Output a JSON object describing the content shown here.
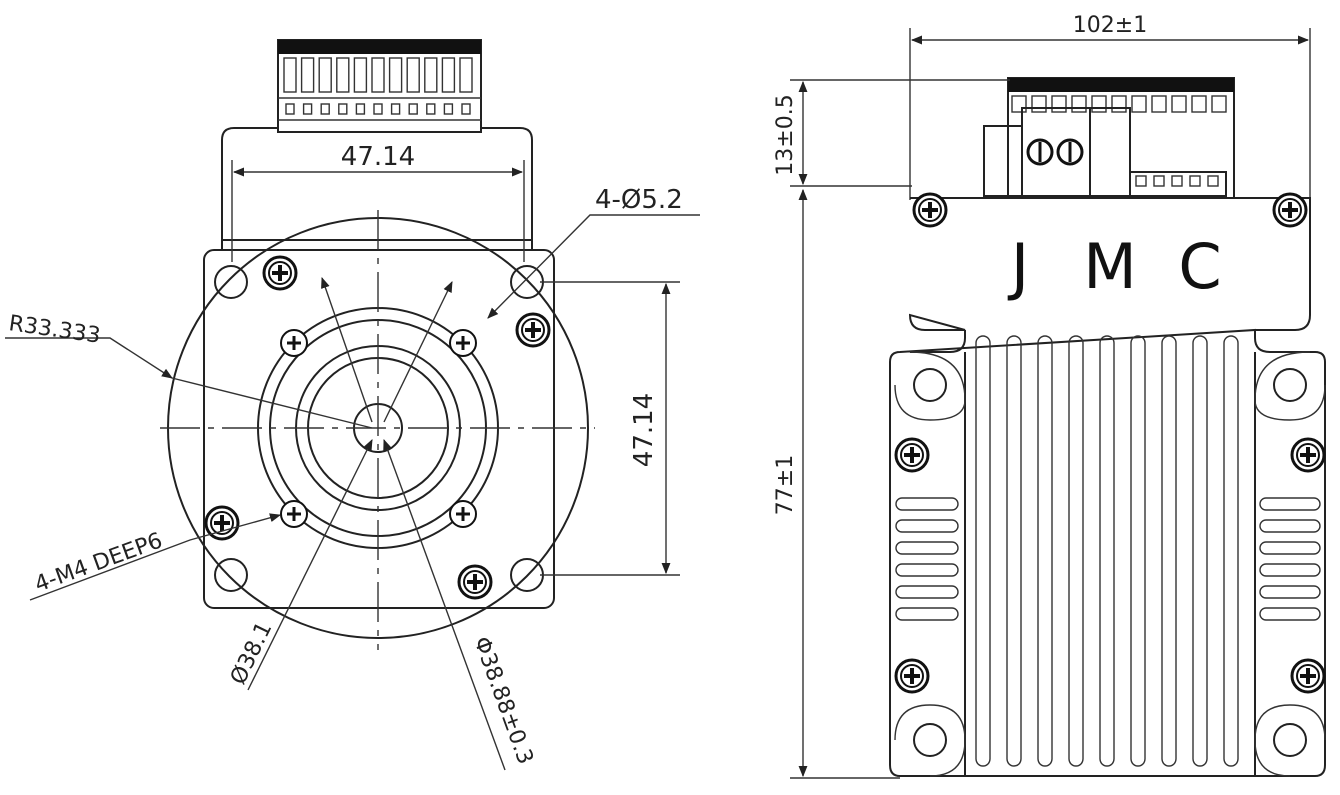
{
  "front_view": {
    "dim_width_top": "47.14",
    "dim_hole": "4-Ø5.2",
    "dim_radius": "R33.333",
    "dim_height_right": "47.14",
    "dim_thread": "4-M4 DEEP6",
    "dim_diameter_1": "Ø38.1",
    "dim_diameter_2": "Φ38.88±0.3"
  },
  "side_view": {
    "dim_width": "102±1",
    "dim_connector_height": "13±0.5",
    "dim_body_height": "77±1",
    "brand_letters": [
      "J",
      "M",
      "C"
    ]
  }
}
